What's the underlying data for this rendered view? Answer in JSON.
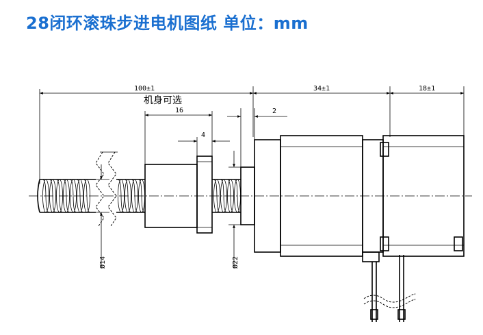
{
  "title": "28闭环滚珠步进电机图纸  单位：mm",
  "dimensions": {
    "overall_length": "100",
    "motor_body": "34",
    "rear_extension": "18",
    "nut_length": "16",
    "flange_width": "4",
    "pilot_depth": "2",
    "screw_diameter": "14",
    "pilot_diameter": "22",
    "tolerance": "±1"
  },
  "note_screw_length": "机身可选",
  "diameter_prefix": "Ø"
}
